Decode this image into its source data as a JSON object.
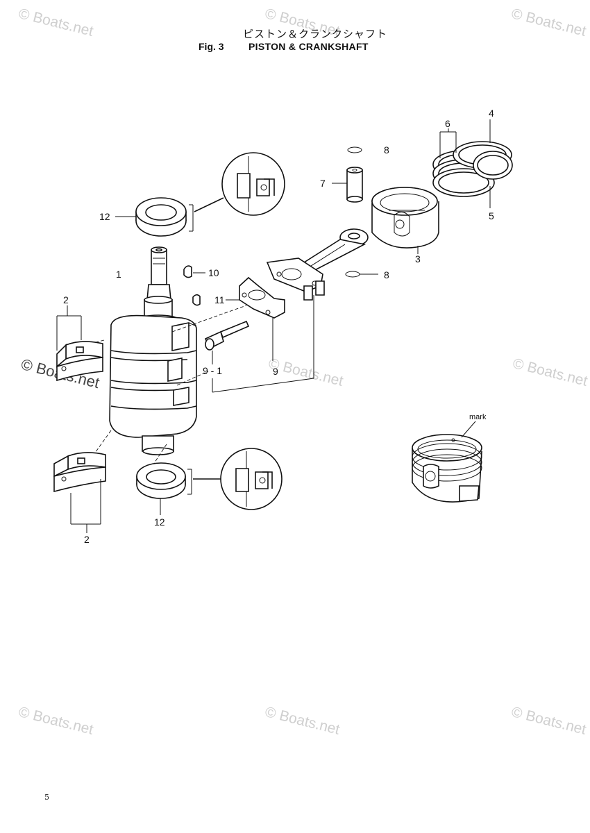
{
  "header": {
    "title_jp": "ピストン＆クランクシャフト",
    "fig_label": "Fig. 3",
    "title_en": "PISTON & CRANKSHAFT"
  },
  "callouts": {
    "c1": "1",
    "c2a": "2",
    "c2b": "2",
    "c3": "3",
    "c4": "4",
    "c5": "5",
    "c6": "6",
    "c7": "7",
    "c8a": "8",
    "c8b": "8",
    "c9": "9",
    "c9_1": "9 - 1",
    "c10": "10",
    "c11": "11",
    "c12a": "12",
    "c12b": "12",
    "mark": "mark"
  },
  "watermark": "© Boats.net",
  "page_number": "5"
}
